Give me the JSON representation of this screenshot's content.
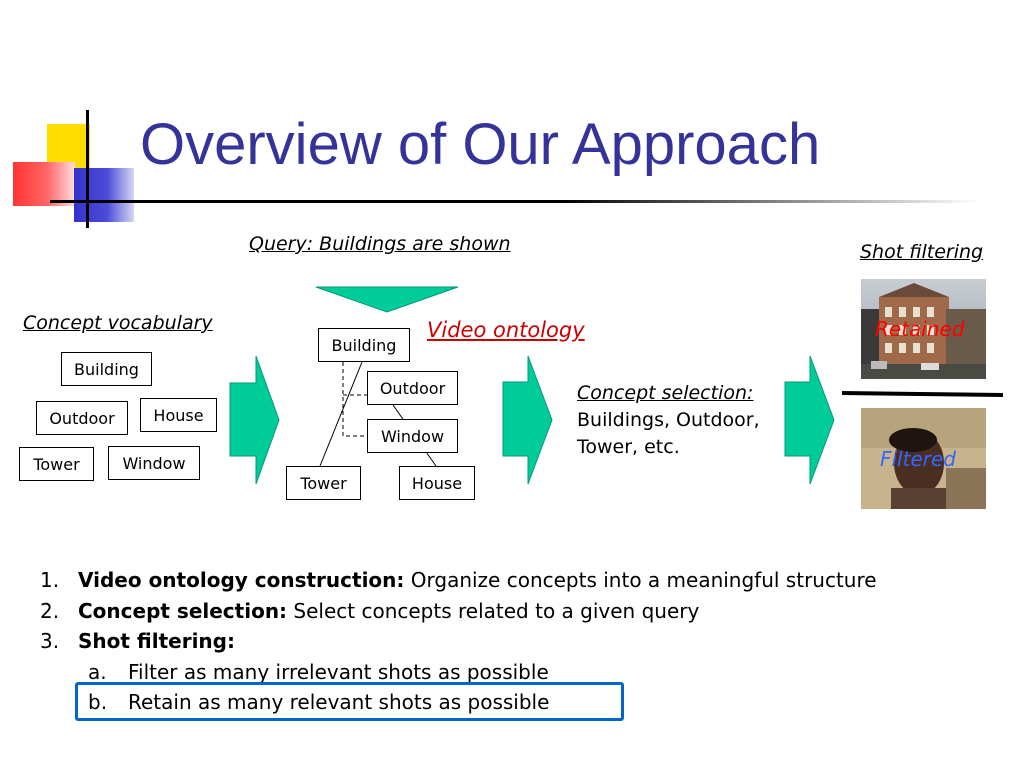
{
  "slide": {
    "title": "Overview of Our Approach"
  },
  "diagram": {
    "query_label": "Query: Buildings are shown",
    "concept_vocabulary": {
      "label": "Concept vocabulary",
      "items": [
        "Building",
        "Outdoor",
        "House",
        "Tower",
        "Window"
      ]
    },
    "video_ontology": {
      "label": "Video ontology",
      "nodes": [
        "Building",
        "Outdoor",
        "Window",
        "Tower",
        "House"
      ]
    },
    "concept_selection": {
      "label": "Concept selection:",
      "line1": "Buildings, Outdoor,",
      "line2": "Tower, etc."
    },
    "shot_filtering": {
      "label": "Shot filtering",
      "retained_label": "Retained",
      "filtered_label": "Filtered"
    }
  },
  "steps": [
    {
      "num": "1.",
      "bold": "Video ontology construction:",
      "text": " Organize concepts into a meaningful structure"
    },
    {
      "num": "2.",
      "bold": "Concept selection:",
      "text": " Select concepts related to a given query"
    },
    {
      "num": "3.",
      "bold": "Shot filtering:",
      "text": ""
    }
  ],
  "substeps": [
    {
      "letter": "a.",
      "text": "Filter as many irrelevant shots as possible"
    },
    {
      "letter": "b.",
      "text": "Retain as many relevant shots as possible"
    }
  ],
  "colors": {
    "title": "#333399",
    "arrow_fill": "#00cc99",
    "video_ontology_label": "#cc0000",
    "retained_label": "#ff0000",
    "filtered_label": "#3366ff",
    "highlight_frame": "#0066cc"
  }
}
